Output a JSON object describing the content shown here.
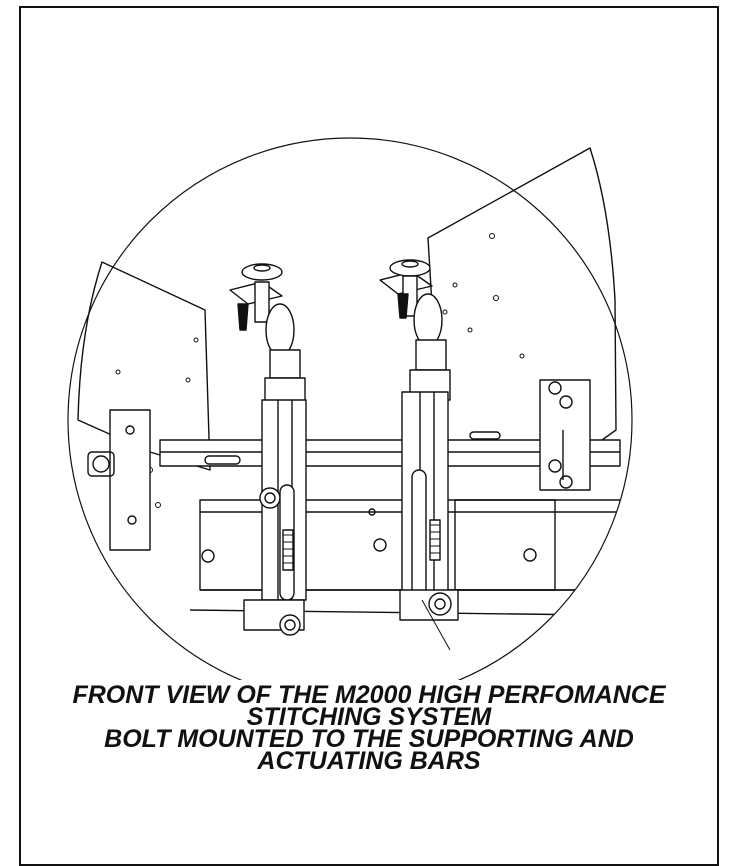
{
  "caption": {
    "line1": "FRONT VIEW OF THE M2000 HIGH PERFOMANCE",
    "line2": "STITCHING SYSTEM",
    "line3": "BOLT MOUNTED TO THE SUPPORTING AND",
    "line4": "ACTUATING BARS"
  },
  "colors": {
    "ink": "#111111",
    "paper": "#ffffff"
  }
}
